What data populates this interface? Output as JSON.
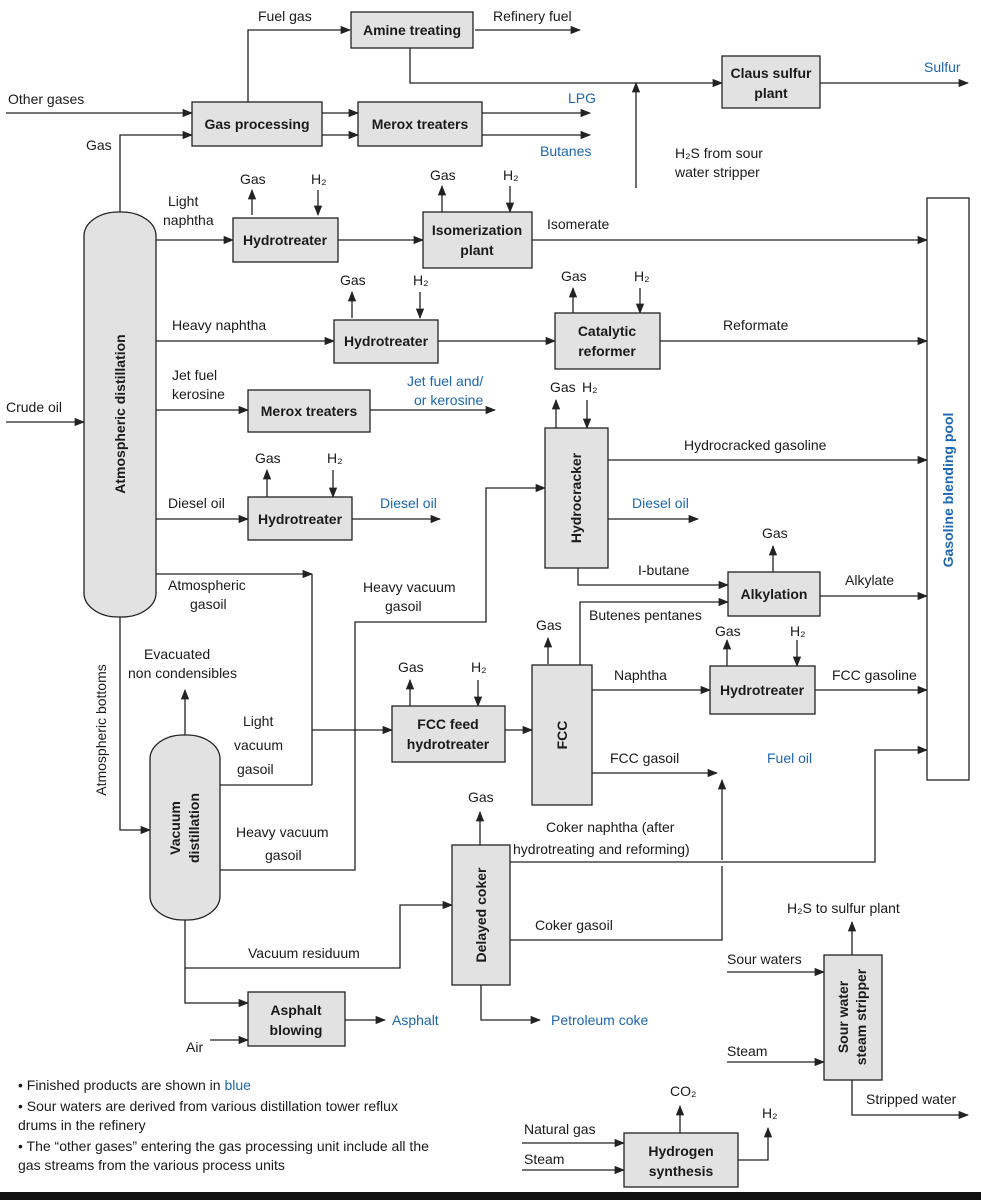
{
  "units": {
    "amine": [
      "Amine treating"
    ],
    "claus": [
      "Claus sulfur",
      "plant"
    ],
    "gasproc": [
      "Gas processing"
    ],
    "merox1": [
      "Merox treaters"
    ],
    "ht1": [
      "Hydrotreater"
    ],
    "isom": [
      "Isomerization",
      "plant"
    ],
    "ht2": [
      "Hydrotreater"
    ],
    "catref": [
      "Catalytic",
      "reformer"
    ],
    "merox2": [
      "Merox treaters"
    ],
    "ht3": [
      "Hydrotreater"
    ],
    "alky": [
      "Alkylation"
    ],
    "ht4": [
      "Hydrotreater"
    ],
    "fccfeed": [
      "FCC feed",
      "hydrotreater"
    ],
    "asphalt": [
      "Asphalt",
      "blowing"
    ],
    "h2syn": [
      "Hydrogen",
      "synthesis"
    ],
    "atm": "Atmospheric distillation",
    "vac": [
      "Vacuum",
      "distillation"
    ],
    "hydrocracker": "Hydrocracker",
    "fcc": "FCC",
    "coker": "Delayed coker",
    "sws": [
      "Sour water",
      "steam stripper"
    ],
    "pool": "Gasoline blending pool"
  },
  "streams": {
    "fuel_gas": "Fuel gas",
    "refinery_fuel": "Refinery fuel",
    "other_gases": "Other gases",
    "gas_top": "Gas",
    "h2s_from_sour": [
      "H₂S from sour",
      "water stripper"
    ],
    "light_naphtha": [
      "Light",
      "naphtha"
    ],
    "isomerate": "Isomerate",
    "heavy_naphtha": "Heavy naphtha",
    "reformate": "Reformate",
    "jet_fuel": [
      "Jet fuel",
      "kerosine"
    ],
    "crude_oil": "Crude oil",
    "hydrocracked_gasoline": "Hydrocracked gasoline",
    "diesel_in": "Diesel oil",
    "i_butane": "I-butane",
    "alkylate": "Alkylate",
    "atm_gasoil": [
      "Atmospheric",
      "gasoil"
    ],
    "hvgo_top": [
      "Heavy vacuum",
      "gasoil"
    ],
    "butenes": "Butenes pentanes",
    "evacuated": [
      "Evacuated",
      "non condensibles"
    ],
    "naphtha": "Naphtha",
    "fcc_gasoline": "FCC gasoline",
    "atm_bottoms": "Atmospheric bottoms",
    "lvgo": [
      "Light",
      "vacuum",
      "gasoil"
    ],
    "fcc_gasoil": "FCC gasoil",
    "hvgo": [
      "Heavy vacuum",
      "gasoil"
    ],
    "coker_naphtha": [
      "Coker naphtha (after",
      "hydrotreating and reforming)"
    ],
    "coker_gasoil": "Coker gasoil",
    "vac_residuum": "Vacuum residuum",
    "h2s_to_sulfur": "H₂S to sulfur plant",
    "sour_waters": "Sour waters",
    "steam": "Steam",
    "air": "Air",
    "natural_gas": "Natural gas",
    "co2": "CO₂",
    "gas": "Gas",
    "h2": "H₂"
  },
  "products": {
    "sulfur": "Sulfur",
    "lpg": "LPG",
    "butanes": "Butanes",
    "jet_fuel": [
      "Jet fuel and/",
      "or kerosine"
    ],
    "diesel_oil": "Diesel oil",
    "fuel_oil": "Fuel oil",
    "asphalt": "Asphalt",
    "petroleum_coke": "Petroleum coke",
    "stripped_water": "Stripped water"
  },
  "notes": {
    "note1_prefix": "• Finished products are shown in ",
    "note1_blue": "blue",
    "note2": "• Sour waters are derived from various distillation tower reflux drums in the refinery",
    "note3": "• The “other gases” entering the gas processing unit include all the gas streams from the various process units"
  },
  "colors": {
    "product_blue": "#1d66b0",
    "box_fill": "#e2e2e2",
    "line": "#222222"
  }
}
